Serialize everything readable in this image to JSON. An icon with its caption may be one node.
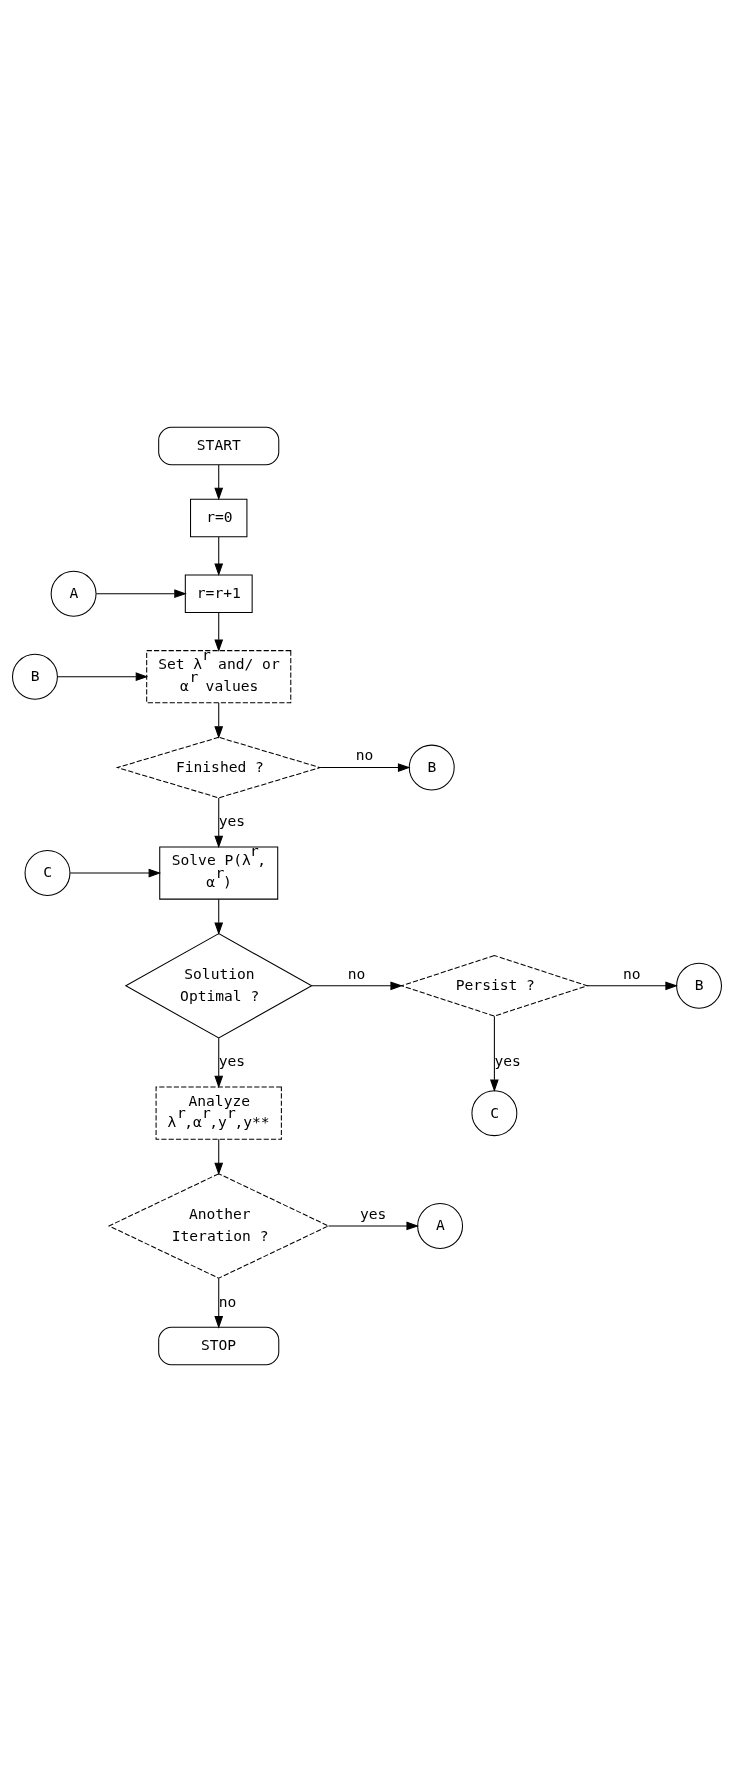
{
  "diagram": {
    "nodes": [
      {
        "text": [
          "START"
        ]
      },
      {
        "text": [
          "r=0"
        ]
      },
      {
        "text": [
          "A"
        ]
      },
      {
        "text": [
          "r=r+1"
        ]
      },
      {
        "text": [
          "B"
        ]
      },
      {
        "text": [
          "Set λ$^{r}$ and/ or α$^{r}$ values"
        ]
      },
      {
        "text": [
          "Finished ?"
        ]
      },
      {
        "text": [
          "B"
        ]
      },
      {
        "text": [
          "C"
        ]
      },
      {
        "text": [
          "Solve P(λ$^{r}$, α$^{r}$)"
        ]
      },
      {
        "text": [
          "Solution Optimal ?"
        ]
      },
      {
        "text": [
          "Persist ?"
        ]
      },
      {
        "text": [
          "B"
        ]
      },
      {
        "text": [
          "C"
        ]
      },
      {
        "text": [
          "Analyze λ$^{r}$,α$^{r}$,y$^{r}$,y**"
        ]
      },
      {
        "text": [
          "Another Iteration ?"
        ]
      },
      {
        "text": [
          "A"
        ]
      },
      {
        "text": [
          "STOP"
        ]
      }
    ],
    "edges": [
      {
        "from": 0,
        "to": 1,
        "arrow": "to"
      },
      {
        "from": 1,
        "to": 3,
        "arrow": "to"
      },
      {
        "from": 2,
        "to": 3,
        "arrow": "to"
      },
      {
        "from": 3,
        "to": 5,
        "arrow": "to"
      },
      {
        "from": 4,
        "to": 5,
        "arrow": "to"
      },
      {
        "from": 5,
        "to": 6,
        "arrow": "to"
      },
      {
        "from": 6,
        "to": 7,
        "arrow": "to",
        "label": "no"
      },
      {
        "from": 6,
        "to": 9,
        "arrow": "to",
        "label": "yes"
      },
      {
        "from": 8,
        "to": 9,
        "arrow": "to"
      },
      {
        "from": 9,
        "to": 10,
        "arrow": "to"
      },
      {
        "from": 10,
        "to": 11,
        "arrow": "to",
        "label": "no"
      },
      {
        "from": 11,
        "to": 12,
        "arrow": "to",
        "label": "no"
      },
      {
        "from": 11,
        "to": 13,
        "arrow": "to",
        "label": "yes"
      },
      {
        "from": 10,
        "to": 14,
        "arrow": "to",
        "label": "yes"
      },
      {
        "from": 14,
        "to": 15,
        "arrow": "to"
      },
      {
        "from": 15,
        "to": 16,
        "arrow": "to",
        "label": "yes"
      },
      {
        "from": 15,
        "to": 17,
        "arrow": "to",
        "label": "no"
      }
    ]
  }
}
